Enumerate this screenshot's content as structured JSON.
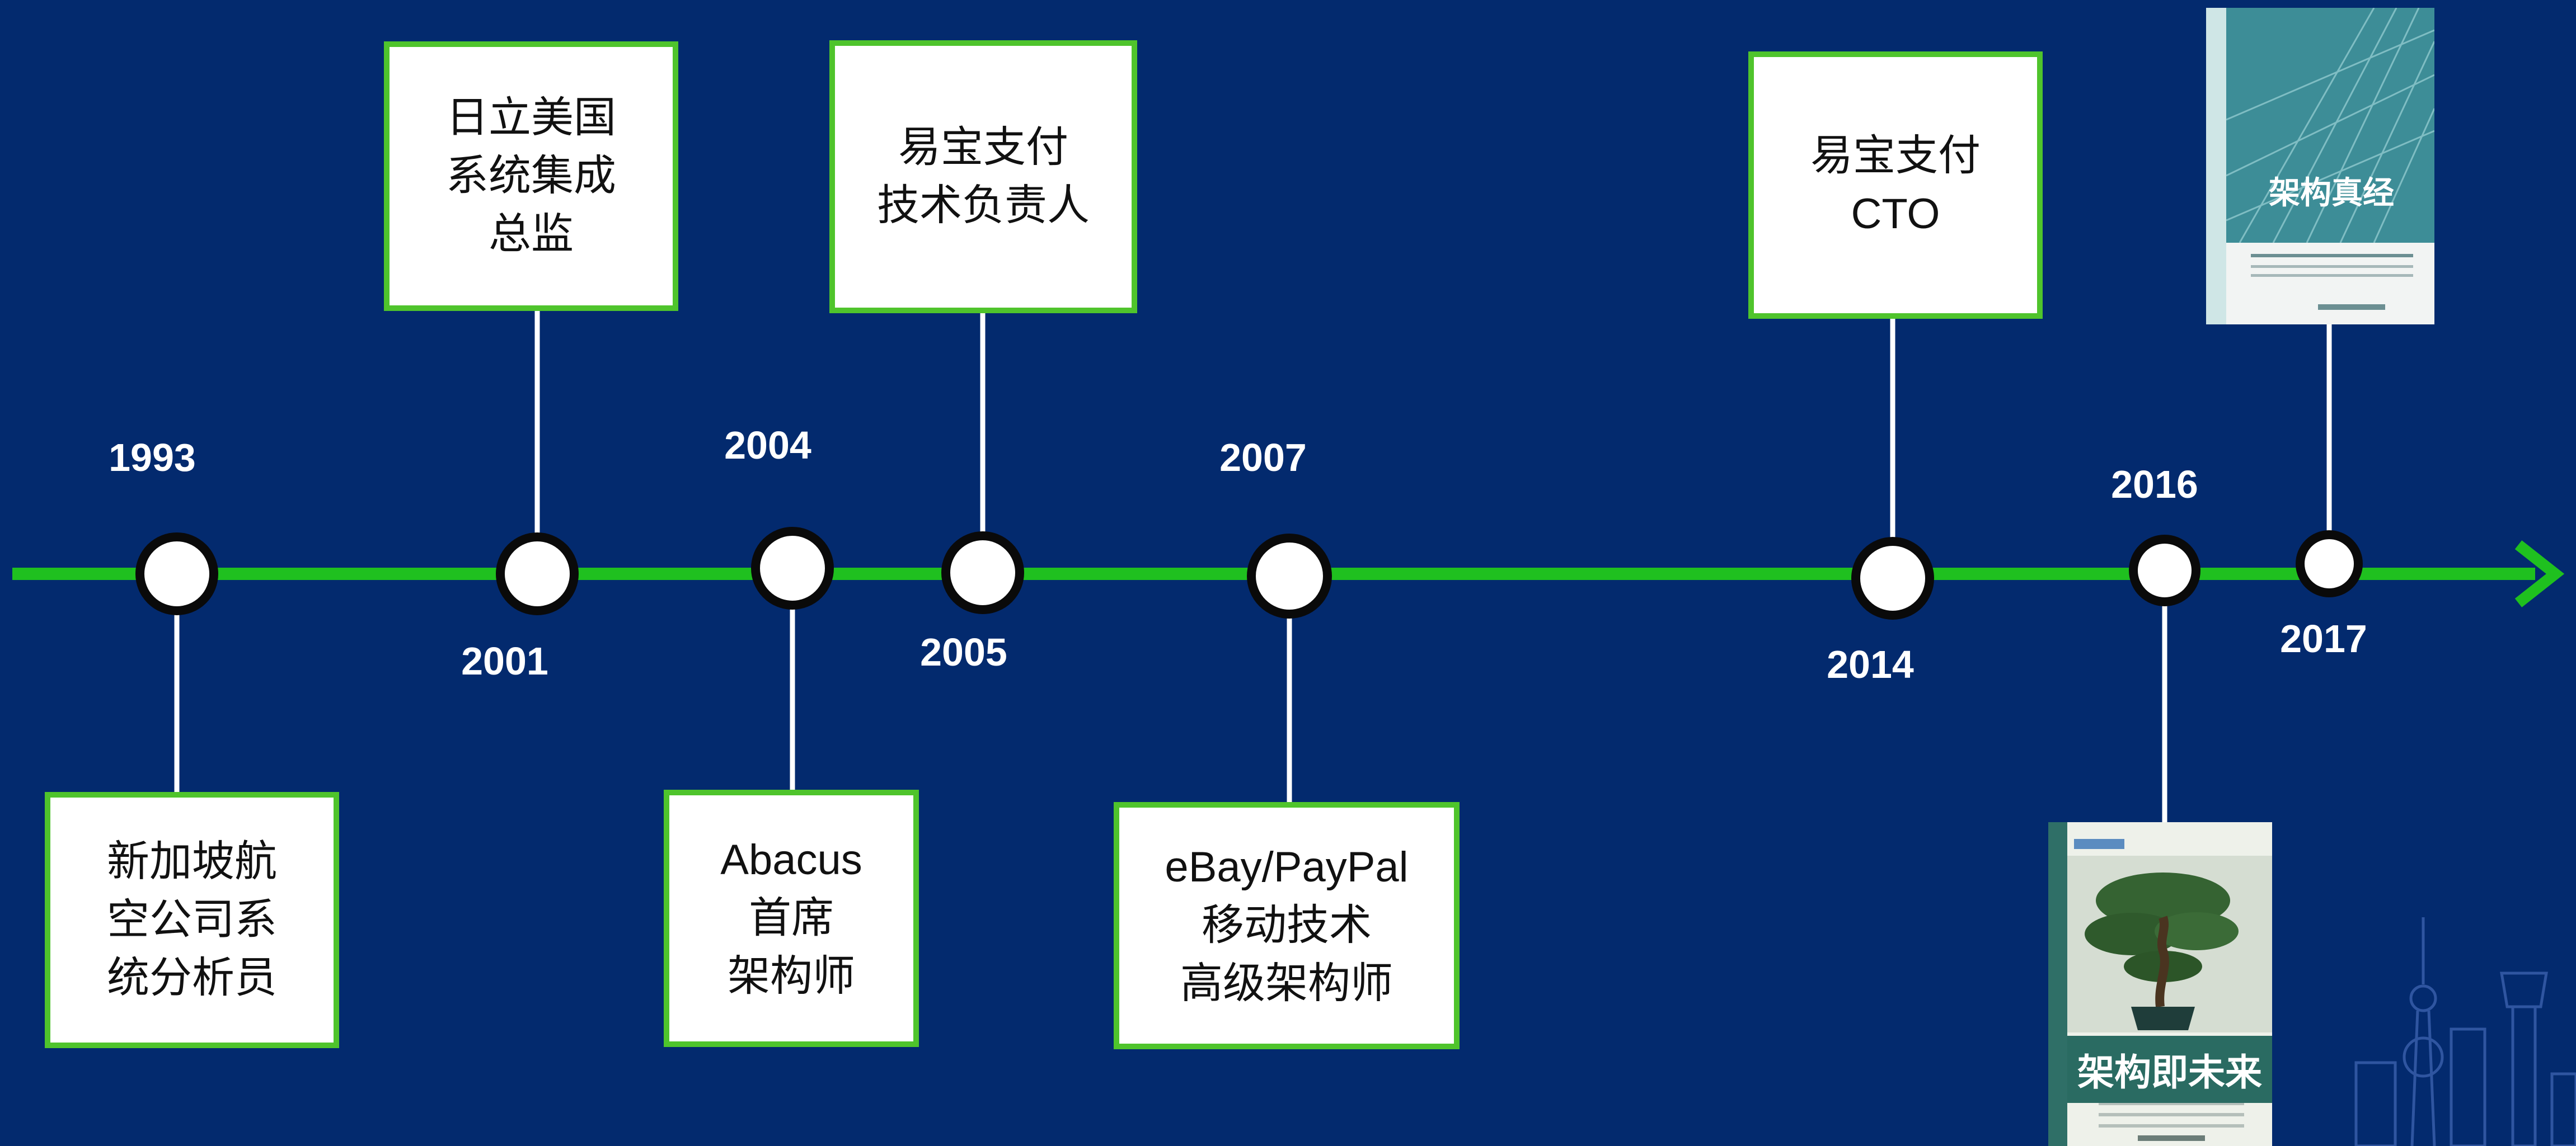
{
  "colors": {
    "background": "#032a6e",
    "timeline": "#1fc01f",
    "card_border": "#4fc42c",
    "connector": "#ffffff",
    "node_fill": "#ffffff",
    "node_ring": "#0a0a0a"
  },
  "timeline": {
    "direction_icon": "arrow-right-icon",
    "events": [
      {
        "year": "1993",
        "card_lines": [
          "新加坡航",
          "空公司系",
          "统分析员"
        ]
      },
      {
        "year": "2001",
        "card_lines": [
          "日立美国",
          "系统集成",
          "总监"
        ]
      },
      {
        "year": "2004",
        "card_lines": [
          "Abacus",
          "首席",
          "架构师"
        ]
      },
      {
        "year": "2005",
        "card_lines": [
          "易宝支付",
          "技术负责人"
        ]
      },
      {
        "year": "2007",
        "card_lines": [
          "eBay/PayPal",
          "移动技术",
          "高级架构师"
        ]
      },
      {
        "year": "2014",
        "card_lines": [
          "易宝支付",
          "CTO"
        ]
      },
      {
        "year": "2016",
        "book": {
          "title": "架构即未来",
          "icon": "book-cover-bonsai-icon"
        }
      },
      {
        "year": "2017",
        "book": {
          "title": "架构真经",
          "icon": "book-cover-skyscraper-icon"
        }
      }
    ]
  },
  "decoration": {
    "icon": "city-skyline-watermark-icon"
  }
}
